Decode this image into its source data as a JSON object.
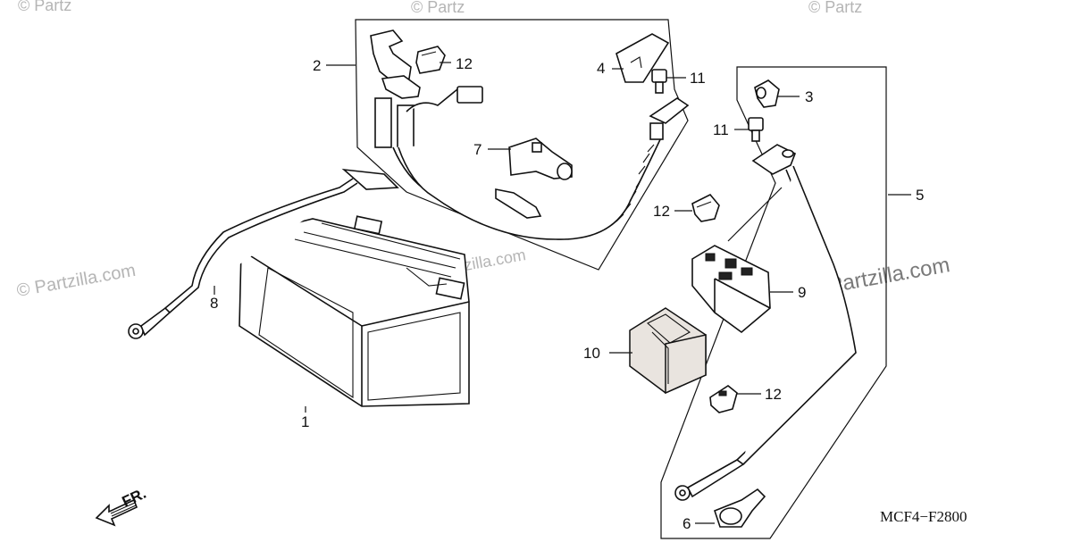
{
  "diagram": {
    "callouts": {
      "c1": "1",
      "c2": "2",
      "c3": "3",
      "c4": "4",
      "c5": "5",
      "c6": "6",
      "c7": "7",
      "c8": "8",
      "c9": "9",
      "c10": "10",
      "c11a": "11",
      "c11b": "11",
      "c12a": "12",
      "c12b": "12",
      "c12c": "12"
    },
    "front_label": "FR.",
    "code": "MCF4−F2800"
  },
  "watermarks": {
    "small": "© Partzilla.com",
    "top_fragment": "© Partz",
    "big": "© Partzilla.com"
  }
}
